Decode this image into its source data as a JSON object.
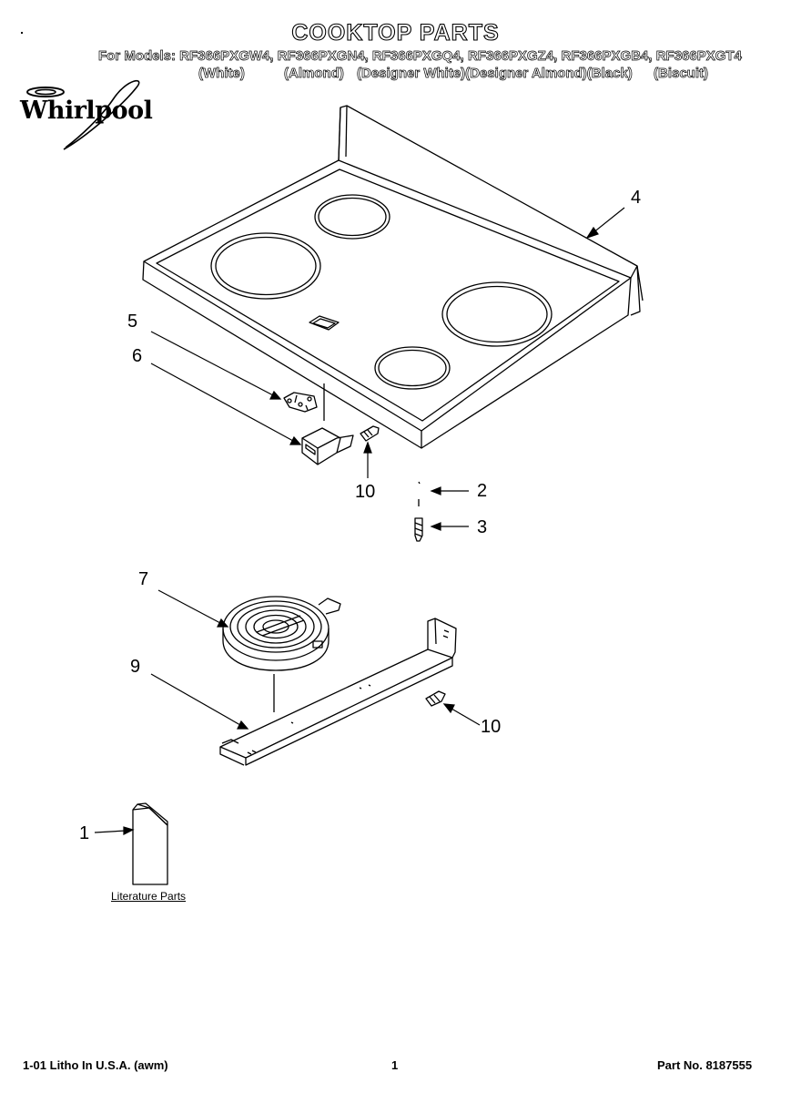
{
  "title": "COOKTOP PARTS",
  "models_line": "For Models: RF366PXGW4, RF366PXGN4, RF366PXGQ4, RF366PXGZ4, RF366PXGB4, RF366PXGT4",
  "variants": [
    "(White)",
    "(Almond)",
    "(Designer White)(Designer Almond)(Black)",
    "(Biscuit)"
  ],
  "brand": "Whirlpool",
  "callouts": {
    "c1": "1",
    "c2": "2",
    "c3": "3",
    "c4": "4",
    "c5": "5",
    "c6": "6",
    "c7": "7",
    "c9": "9",
    "c10a": "10",
    "c10b": "10"
  },
  "literature_label": "Literature Parts",
  "footer": {
    "litho": "1-01 Litho In U.S.A. (awm)",
    "page": "1",
    "part_no": "Part No. 8187555"
  }
}
